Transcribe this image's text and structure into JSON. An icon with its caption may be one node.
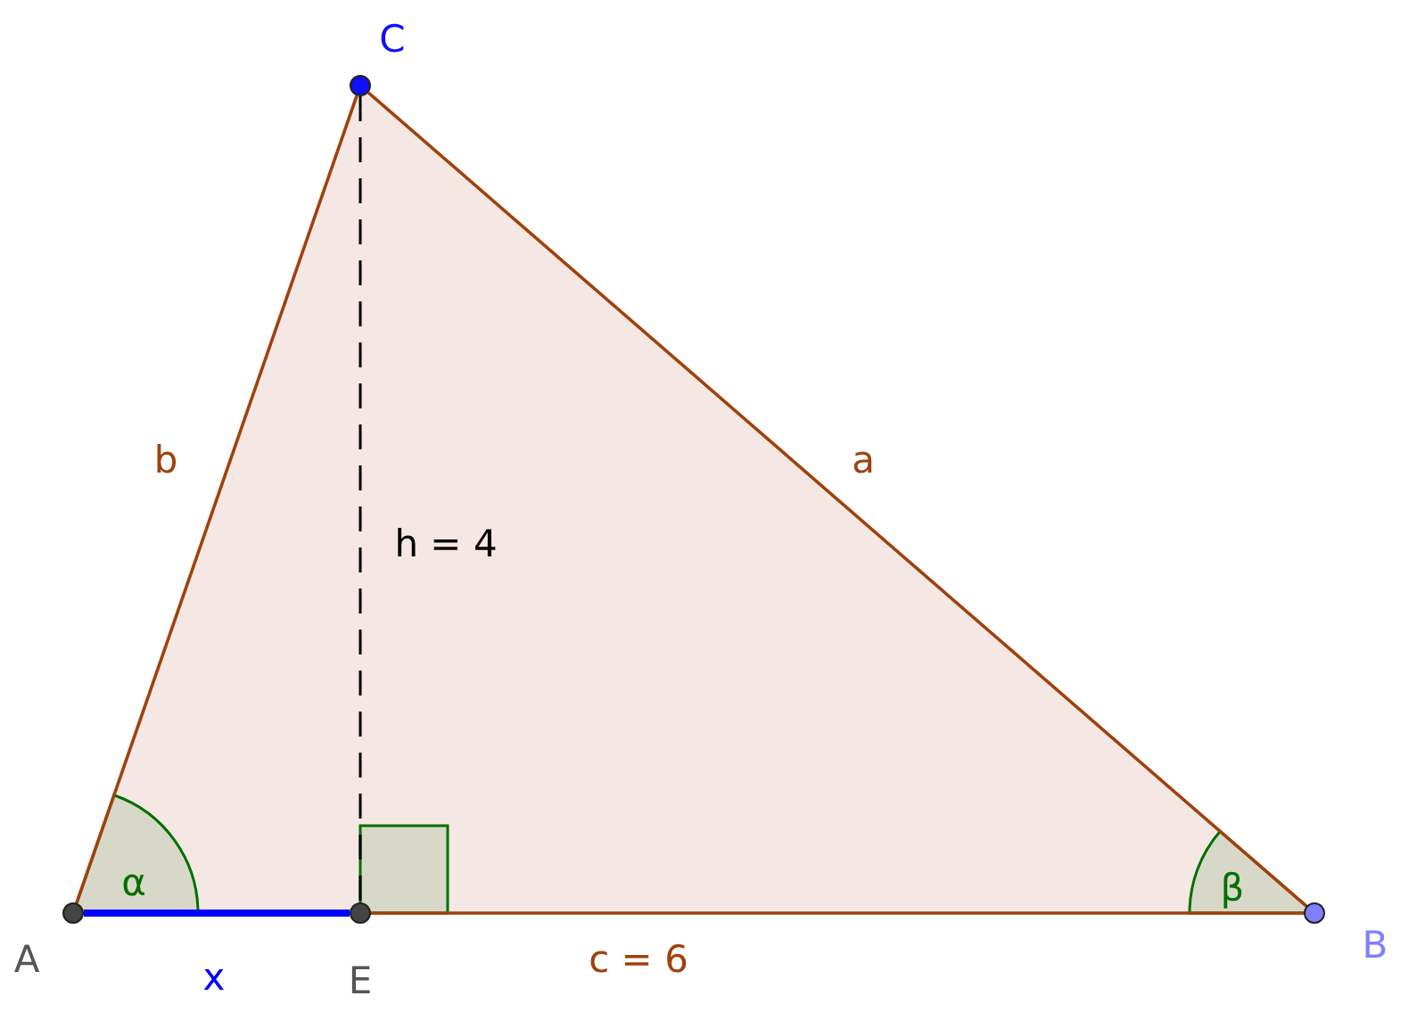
{
  "diagram": {
    "nodes": [
      {
        "text": [],
        "shape": "circle",
        "beside": [
          "A"
        ]
      },
      {
        "text": [],
        "shape": "circle",
        "beside": [
          "B"
        ]
      },
      {
        "text": [],
        "shape": "circle",
        "beside": [
          "C"
        ]
      },
      {
        "text": [],
        "shape": "circle",
        "beside": [
          "E"
        ]
      }
    ],
    "edges": [
      {
        "from": 0,
        "to": 1,
        "arrow": "none",
        "label": "c = 6"
      },
      {
        "from": 1,
        "to": 2,
        "arrow": "none",
        "label": "a"
      },
      {
        "from": 2,
        "to": 0,
        "arrow": "none",
        "label": "b"
      },
      {
        "from": 2,
        "to": 3,
        "arrow": "none",
        "label": "h = 4",
        "style": "dashed",
        "color": "#000000"
      },
      {
        "from": 0,
        "to": 3,
        "arrow": "none",
        "label": "x",
        "style": "thick",
        "color": "#0000ff"
      }
    ],
    "labels": [
      "α",
      "β"
    ]
  }
}
